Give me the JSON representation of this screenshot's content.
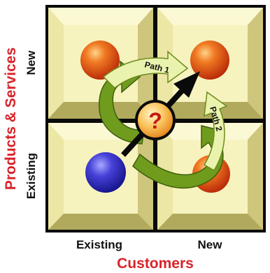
{
  "y_axis": {
    "title": "Products & Services",
    "ticks": [
      "New",
      "Existing"
    ]
  },
  "x_axis": {
    "title": "Customers",
    "ticks": [
      "Existing",
      "New"
    ]
  },
  "paths": [
    {
      "label": "Path 1"
    },
    {
      "label": "Path 2"
    }
  ],
  "center_symbol": "?",
  "colors": {
    "tile_face": "#f4f0b0",
    "tile_light": "#fbf8d4",
    "tile_dark": "#b1aa5d",
    "grid_line": "#0a0a0a",
    "arrow_green": "#6f9c1d",
    "arrow_light": "#eaf3ad",
    "orange_ball": "#e34c12",
    "blue_ball": "#2f2bb8",
    "title_red": "#d8232a"
  }
}
